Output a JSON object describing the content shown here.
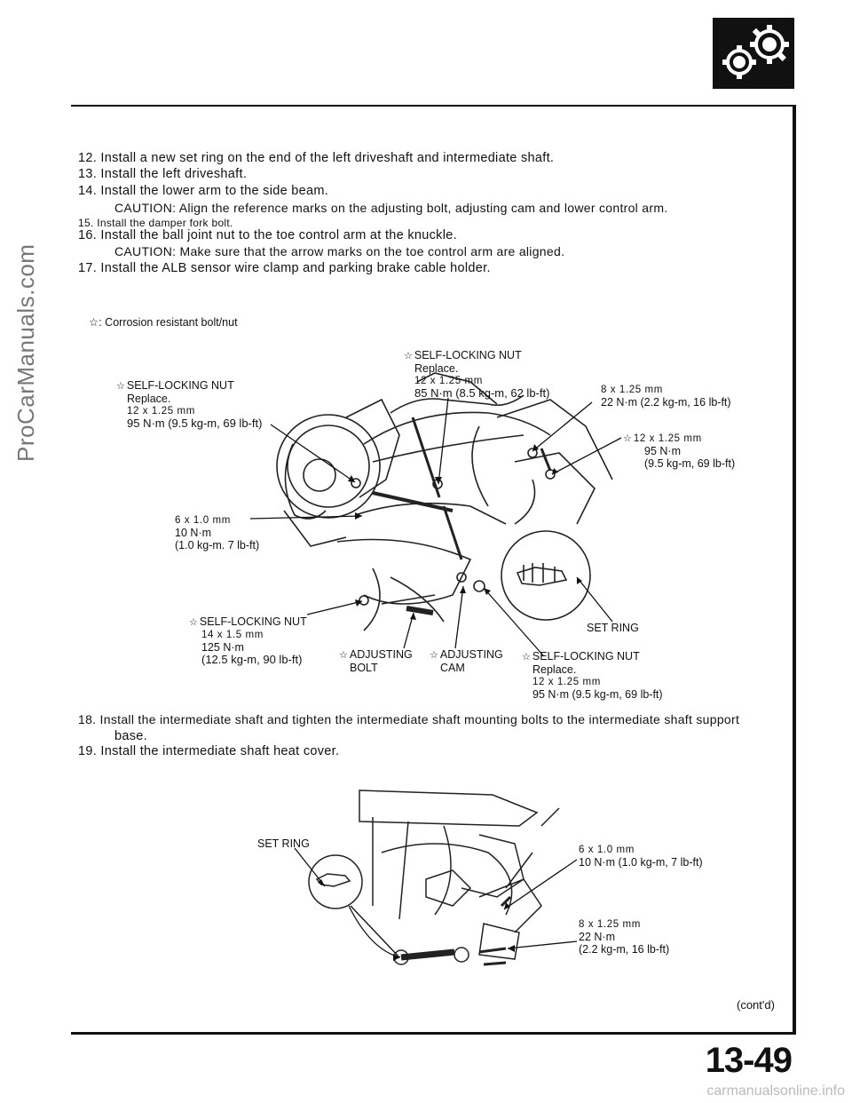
{
  "steps_top": [
    {
      "id": "s12",
      "text": "12.  Install a new set ring on the end of the left driveshaft and intermediate shaft."
    },
    {
      "id": "s13",
      "text": "13.  Install the left driveshaft."
    },
    {
      "id": "s14",
      "text": "14.  Install the lower arm to the side beam."
    },
    {
      "id": "c14",
      "text": "CAUTION:  Align the reference marks on the adjusting bolt, adjusting cam and lower control arm."
    },
    {
      "id": "s15",
      "text": "15.  Install the damper fork bolt."
    },
    {
      "id": "s16",
      "text": "16.  Install the ball joint nut to the toe control arm at the knuckle."
    },
    {
      "id": "c16",
      "text": "CAUTION:  Make sure that the arrow marks on the toe control arm are aligned."
    },
    {
      "id": "s17",
      "text": "17.  Install the ALB sensor wire clamp and parking brake cable holder."
    }
  ],
  "legend": {
    "symbol": "☆:",
    "text": "Corrosion resistant bolt/nut"
  },
  "labels_fig1": {
    "nut_left": {
      "name": "SELF-LOCKING  NUT",
      "note": "Replace.",
      "size": "12  x  1.25  mm",
      "torque": "95  N·m  (9.5  kg-m,  69  lb-ft)"
    },
    "nut_top": {
      "name": "SELF-LOCKING  NUT",
      "note": "Replace.",
      "size": "12  x  1.25  mm",
      "torque": "85  N·m  (8.5  kg-m,  62  lb-ft)"
    },
    "bolt_8": {
      "size": "8  x  1.25  mm",
      "torque": "22  N·m  (2.2  kg-m,  16  lb-ft)"
    },
    "bolt_12": {
      "size": "12  x  1.25  mm",
      "torque": "95  N·m",
      "alt": "(9.5  kg-m,  69  lb-ft)"
    },
    "bolt_6": {
      "size": "6  x  1.0  mm",
      "torque": "10  N·m",
      "alt": "(1.0  kg-m.  7  lb-ft)"
    },
    "nut_14": {
      "name": "SELF-LOCKING  NUT",
      "size": "14  x  1.5  mm",
      "torque": "125  N·m",
      "alt": "(12.5  kg-m,  90  lb-ft)"
    },
    "adj_bolt": {
      "line1": "ADJUSTING",
      "line2": "BOLT"
    },
    "adj_cam": {
      "line1": "ADJUSTING",
      "line2": "CAM"
    },
    "set_ring": "SET  RING",
    "nut_bottom": {
      "name": "SELF-LOCKING  NUT",
      "note": "Replace.",
      "size": "12  x  1.25  mm",
      "torque": "95  N·m  (9.5  kg-m,  69  lb-ft)"
    }
  },
  "steps_bottom": [
    {
      "id": "s18",
      "text": "18.  Install the intermediate shaft and tighten the intermediate shaft mounting bolts to the intermediate shaft support"
    },
    {
      "id": "s18b",
      "text": "base."
    },
    {
      "id": "s19",
      "text": "19.  Install the intermediate shaft heat cover."
    }
  ],
  "labels_fig2": {
    "set_ring": "SET  RING",
    "bolt_6": {
      "size": "6  x  1.0  mm",
      "torque": "10  N·m  (1.0  kg-m,  7  lb-ft)"
    },
    "bolt_8": {
      "size": "8  x  1.25  mm",
      "torque": "22  N·m",
      "alt": "(2.2  kg-m,  16  lb-ft)"
    }
  },
  "contd": "(cont'd)",
  "page_number": "13-49",
  "side_watermark": "ProCarManuals.com",
  "footer_watermark": "carmanualsonline.info",
  "star_symbol": "☆"
}
